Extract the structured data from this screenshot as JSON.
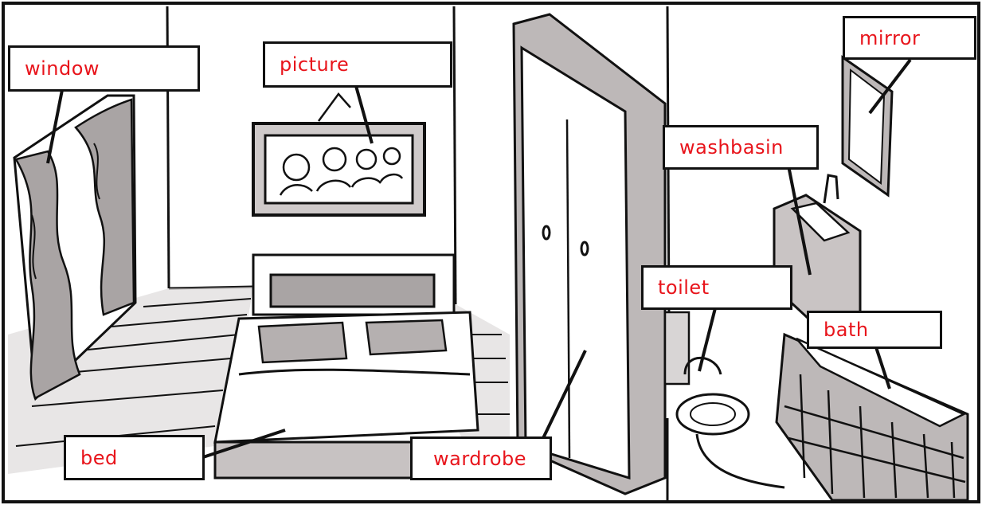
{
  "labels": {
    "window": "window",
    "picture": "picture",
    "mirror": "mirror",
    "washbasin": "washbasin",
    "toilet": "toilet",
    "bath": "bath",
    "bed": "bed",
    "wardrobe": "wardrobe"
  },
  "colors": {
    "label_text": "#e8141b",
    "ink": "#111111",
    "wash_gray": "#b8b3b3",
    "paper": "#ffffff"
  }
}
